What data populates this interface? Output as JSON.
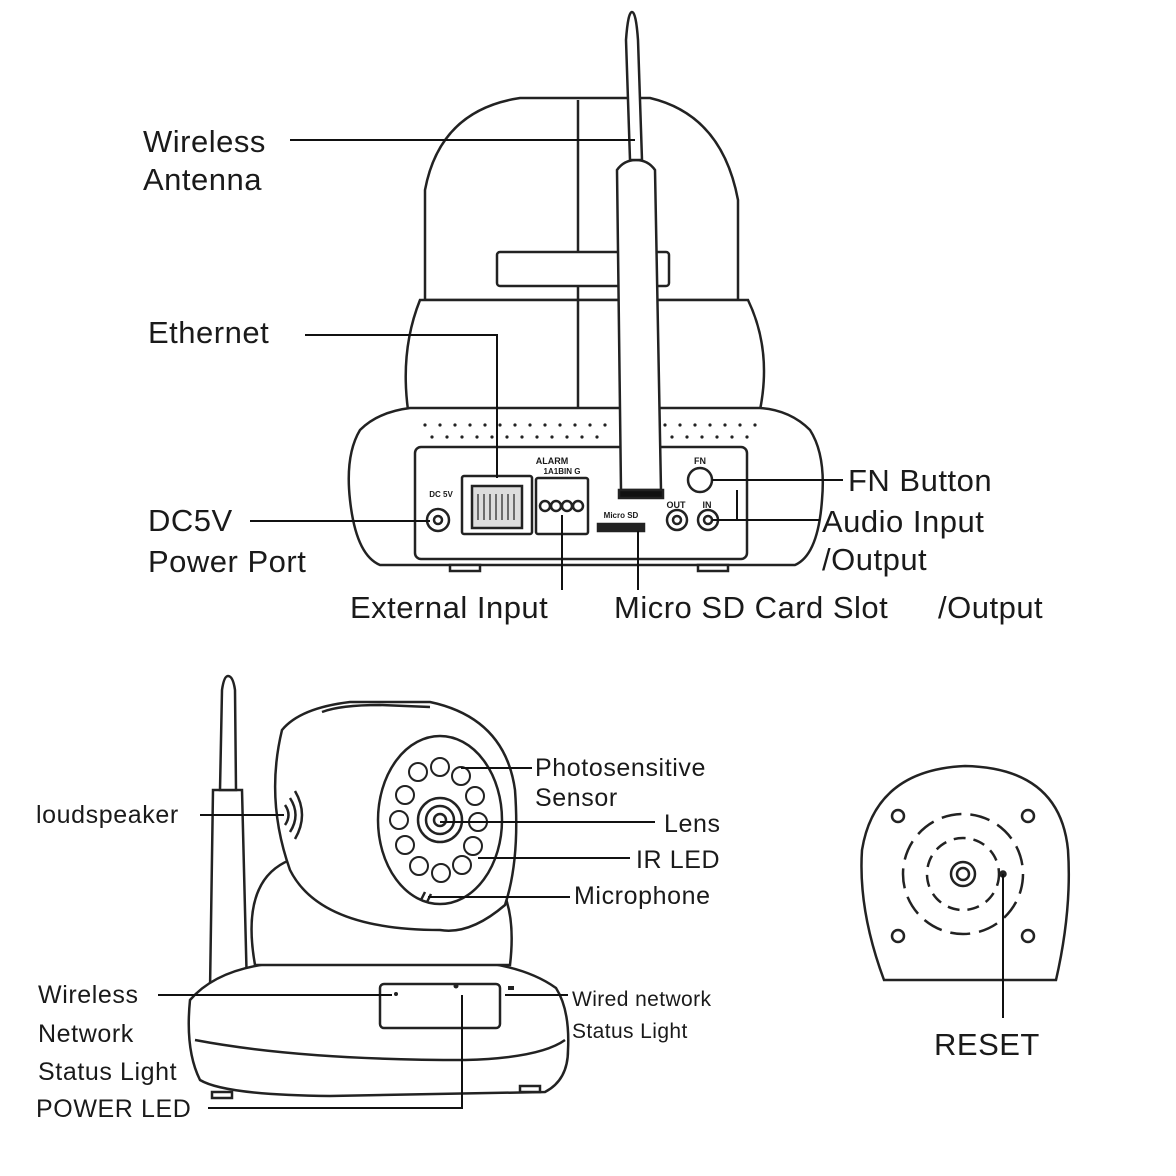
{
  "top_view": {
    "labels": {
      "wireless_antenna_1": "Wireless",
      "wireless_antenna_2": "Antenna",
      "ethernet": "Ethernet",
      "dc5v_1": "DC5V",
      "dc5v_2": "Power Port",
      "external_input": "External Input",
      "micro_sd_slot": "Micro SD Card Slot",
      "output_extra": "/Output",
      "fn_button": "FN Button",
      "audio_1": "Audio Input",
      "audio_2": "/Output"
    },
    "panel_text": {
      "alarm": "ALARM",
      "alarm_pins": "1A1BIN G",
      "dc": "DC 5V",
      "fn": "FN",
      "out": "OUT",
      "in": "IN",
      "micro_sd": "Micro SD"
    }
  },
  "front_view": {
    "labels": {
      "loudspeaker": "loudspeaker",
      "photo_1": "Photosensitive",
      "photo_2": "Sensor",
      "lens": "Lens",
      "ir_led": "IR LED",
      "microphone": "Microphone",
      "wireless_1": "Wireless",
      "wireless_2": "Network",
      "wireless_3": "Status Light",
      "power_led": "POWER LED",
      "wired_1": "Wired network",
      "wired_2": "Status Light"
    }
  },
  "bottom_view": {
    "labels": {
      "reset": "RESET"
    }
  }
}
